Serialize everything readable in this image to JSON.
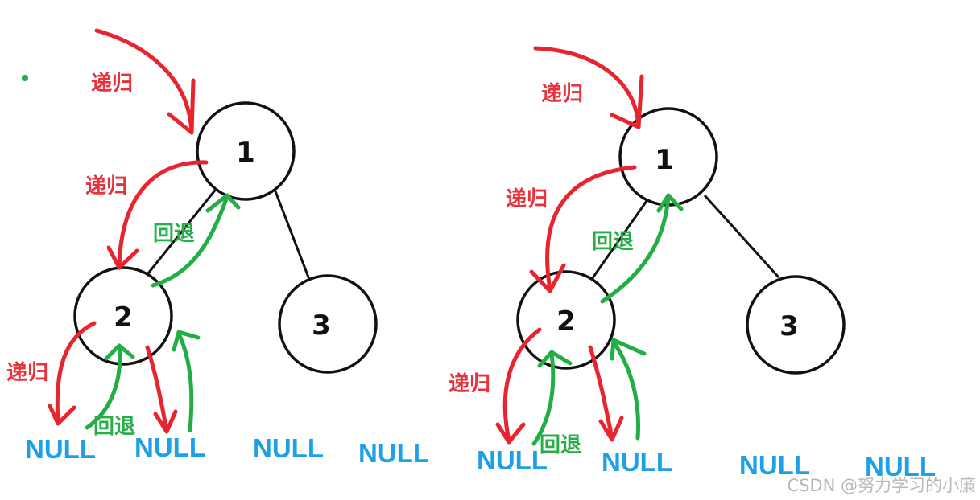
{
  "diagrams": [
    {
      "nodes": [
        {
          "id": "1",
          "label": "1"
        },
        {
          "id": "2",
          "label": "2"
        },
        {
          "id": "3",
          "label": "3"
        }
      ],
      "null_leaves": [
        "NULL",
        "NULL",
        "NULL",
        "NULL"
      ],
      "annotations": {
        "recursion_top": "递归",
        "recursion_mid": "递归",
        "recursion_left": "递归",
        "backtrack_mid": "回退",
        "backtrack_bottom": "回退"
      }
    },
    {
      "nodes": [
        {
          "id": "1",
          "label": "1"
        },
        {
          "id": "2",
          "label": "2"
        },
        {
          "id": "3",
          "label": "3"
        }
      ],
      "null_leaves": [
        "NULL",
        "NULL",
        "NULL",
        "NULL"
      ],
      "annotations": {
        "recursion_top": "递归",
        "recursion_mid": "递归",
        "recursion_left": "递归",
        "backtrack_mid": "回退",
        "backtrack_bottom": "回退"
      }
    }
  ],
  "colors": {
    "recursion": "#e8242f",
    "backtrack": "#22ad45",
    "null": "#1ea0e6",
    "node_stroke": "#111111"
  },
  "watermark": "CSDN @努力学习的小廉"
}
